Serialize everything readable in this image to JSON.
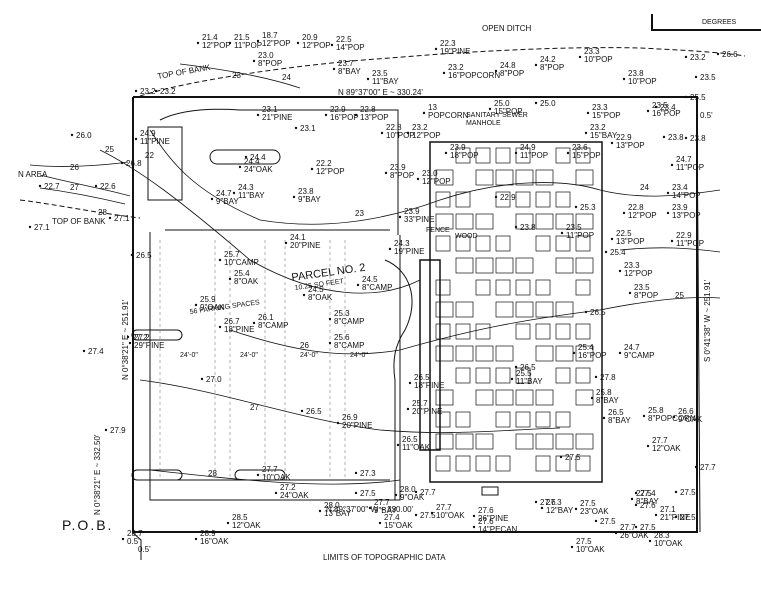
{
  "header": {
    "degrees_label": "DEGREES",
    "open_ditch_label": "OPEN DITCH"
  },
  "labels": {
    "top_of_bank_north": "TOP OF BANK",
    "top_of_bank_west": "TOP OF BANK",
    "area": "N AREA",
    "parcel": "PARCEL NO. 2",
    "parcel_area": "10.25 SQ FEET",
    "parking_spaces": "56 PARKING SPACES",
    "limits": "LIMITS OF TOPOGRAPHIC DATA",
    "pob": "P.O.B.",
    "sanitary_sewer": "SANITARY SEWER",
    "manhole": "MANHOLE",
    "fence": "FENCE",
    "wood": "WOOD"
  },
  "bearings": {
    "north": "N 89°37'00\" E ~ 330.24'",
    "south": "N 89°37'00\" W ~ 330.00'",
    "east": "S 0°41'38\" W ~ 251.91'",
    "west_inner": "N 0°38'21\" E ~ 251.91'",
    "west_outer": "N 0°38'21\" E ~ 332.50'"
  },
  "offsets": {
    "east_top": "0.5'",
    "west_bottom": "0.5'"
  },
  "dims": {
    "d1": "24'-0\"",
    "d2": "24'-0\"",
    "d3": "24'-0\"",
    "d4": "24'-0\""
  },
  "contours": [
    "23",
    "24",
    "25",
    "26",
    "27",
    "28",
    "22",
    "23",
    "24",
    "25",
    "26",
    "27",
    "28"
  ],
  "spots": [
    "23.2",
    "26.0",
    "26.8",
    "22.7",
    "22.6",
    "27.1",
    "27.1",
    "26.5",
    "27.4",
    "27.2",
    "27.9",
    "27.0",
    "26.5",
    "27.3",
    "27.5",
    "27.6",
    "23.1",
    "23.2",
    "23.8",
    "23.2",
    "25.0",
    "26.6",
    "23.8",
    "25.5",
    "24.4",
    "26.5",
    "27.5",
    "27.5",
    "27.5",
    "27.5",
    "27.4",
    "27.6",
    "27.5",
    "27.7",
    "27.5",
    "26.5",
    "27.7",
    "27.8",
    "23.4",
    "23.5",
    "22.9",
    "23.8",
    "25.3",
    "25.4"
  ],
  "trees": [
    {
      "v": "21.4",
      "t": "12\"POP"
    },
    {
      "v": "21.5",
      "t": "11\"POP"
    },
    {
      "v": "18.7",
      "t": "12\"POP"
    },
    {
      "v": "20.9",
      "t": "12\"POP"
    },
    {
      "v": "22.5",
      "t": "14\"POP"
    },
    {
      "v": "22.3",
      "t": "19\"PINE"
    },
    {
      "v": "23.3",
      "t": "10\"POP"
    },
    {
      "v": "23.8",
      "t": "10\"POP"
    },
    {
      "v": "23.0",
      "t": "8\"POP"
    },
    {
      "v": "23.7",
      "t": "8\"BAY"
    },
    {
      "v": "23.5",
      "t": "11\"BAY"
    },
    {
      "v": "23.2",
      "t": "16\"POPCORN"
    },
    {
      "v": "24.8",
      "t": "8\"POP"
    },
    {
      "v": "24.2",
      "t": "8\"POP"
    },
    {
      "v": "23.1",
      "t": "21\"PINE"
    },
    {
      "v": "22.9",
      "t": "16\"POP"
    },
    {
      "v": "22.8",
      "t": "13\"POP"
    },
    {
      "v": "22.8",
      "t": "10\"POP"
    },
    {
      "v": "23.2",
      "t": "12\"POP"
    },
    {
      "v": "13",
      "t": "POPCORN"
    },
    {
      "v": "25.0",
      "t": "15\"POP"
    },
    {
      "v": "23.5",
      "t": "16\"POP"
    },
    {
      "v": "23.3",
      "t": "15\"POP"
    },
    {
      "v": "23.2",
      "t": "15\"BAY"
    },
    {
      "v": "22.9",
      "t": "13\"POP"
    },
    {
      "v": "24.9",
      "t": "11\"PINE"
    },
    {
      "v": "24.4",
      "t": "24\"OAK"
    },
    {
      "v": "22.2",
      "t": "12\"POP"
    },
    {
      "v": "24.7",
      "t": "9\"BAY"
    },
    {
      "v": "24.3",
      "t": "11\"BAY"
    },
    {
      "v": "23.8",
      "t": "9\"BAY"
    },
    {
      "v": "23.9",
      "t": "8\"POP"
    },
    {
      "v": "23.0",
      "t": "12\"POP"
    },
    {
      "v": "23.9",
      "t": "18\"POP"
    },
    {
      "v": "24.9",
      "t": "11\"POP"
    },
    {
      "v": "23.6",
      "t": "15\"POP"
    },
    {
      "v": "24.7",
      "t": "11\"POP"
    },
    {
      "v": "23.4",
      "t": "14\"POP"
    },
    {
      "v": "23.9",
      "t": "13\"POP"
    },
    {
      "v": "22.8",
      "t": "12\"POP"
    },
    {
      "v": "22.9",
      "t": "11\"POP"
    },
    {
      "v": "22.5",
      "t": "13\"POP"
    },
    {
      "v": "23.9",
      "t": "33\"PINE"
    },
    {
      "v": "24.1",
      "t": "20\"PINE"
    },
    {
      "v": "24.3",
      "t": "19\"PINE"
    },
    {
      "v": "25.7",
      "t": "10\"CAMP"
    },
    {
      "v": "25.4",
      "t": "8\"OAK"
    },
    {
      "v": "24.5",
      "t": "8\"OAK"
    },
    {
      "v": "24.5",
      "t": "8\"CAMP"
    },
    {
      "v": "23.5",
      "t": "11\"POP"
    },
    {
      "v": "23.3",
      "t": "12\"POP"
    },
    {
      "v": "23.5",
      "t": "8\"POP"
    },
    {
      "v": "25.9",
      "t": "9\"OAK"
    },
    {
      "v": "26.7",
      "t": "18\"PINE"
    },
    {
      "v": "26.1",
      "t": "8\"CAMP"
    },
    {
      "v": "25.3",
      "t": "8\"CAMP"
    },
    {
      "v": "25.6",
      "t": "8\"CAMP"
    },
    {
      "v": "27.2",
      "t": "29\"PINE"
    },
    {
      "v": "24.7",
      "t": "9\"CAMP"
    },
    {
      "v": "25.4",
      "t": "16\"POP"
    },
    {
      "v": "26.5",
      "t": "18\"PINE"
    },
    {
      "v": "25.5",
      "t": "11\"BAY"
    },
    {
      "v": "25.8",
      "t": "8\"BAY"
    },
    {
      "v": "26.5",
      "t": "8\"BAY"
    },
    {
      "v": "25.8",
      "t": "8\"POPCORN"
    },
    {
      "v": "26.6",
      "t": "9\"OAK"
    },
    {
      "v": "26.9",
      "t": "20\"PINE"
    },
    {
      "v": "25.7",
      "t": "20\"PINE"
    },
    {
      "v": "26.5",
      "t": "11\"OAK"
    },
    {
      "v": "27.7",
      "t": "12\"OAK"
    },
    {
      "v": "27.7",
      "t": "10\"OAK"
    },
    {
      "v": "27.2",
      "t": "24\"OAK"
    },
    {
      "v": "28.0",
      "t": "9\"OAK"
    },
    {
      "v": "28.0",
      "t": "13\"BAY"
    },
    {
      "v": "27.7",
      "t": "9\"BAY"
    },
    {
      "v": "27.4",
      "t": "15\"OAK"
    },
    {
      "v": "27.7",
      "t": "10\"OAK"
    },
    {
      "v": "27.6",
      "t": "26\"PINE"
    },
    {
      "v": "27.3",
      "t": "12\"BAY"
    },
    {
      "v": "27.5",
      "t": "23\"OAK"
    },
    {
      "v": "27.5",
      "t": "8\"BAY"
    },
    {
      "v": "27.7",
      "t": "26\"OAK"
    },
    {
      "v": "28.3",
      "t": "10\"OAK"
    },
    {
      "v": "28.5",
      "t": "12\"OAK"
    },
    {
      "v": "28.9",
      "t": "16\"OAK"
    },
    {
      "v": "27.6",
      "t": "14\"PECAN"
    },
    {
      "v": "27.5",
      "t": "10\"OAK"
    },
    {
      "v": "27.1",
      "t": "21\"PINE"
    },
    {
      "v": "28.7",
      "t": "0.5'"
    }
  ]
}
